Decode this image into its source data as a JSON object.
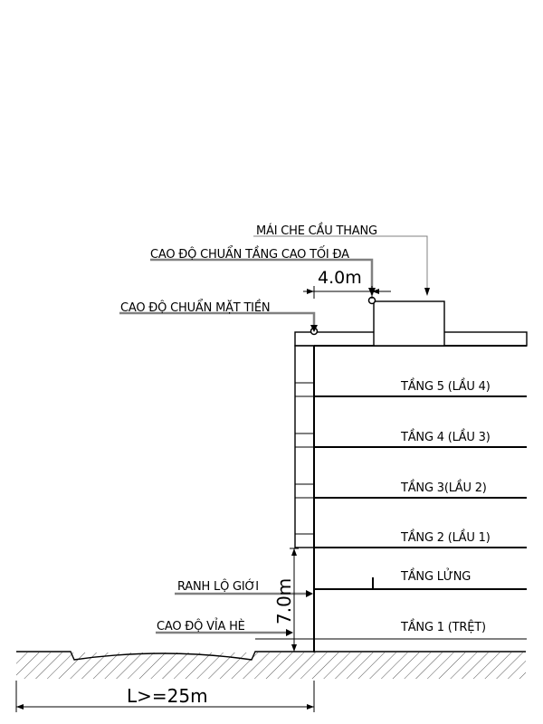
{
  "labels": {
    "stair_roof": "MÁI CHE CẦU THANG",
    "max_height_ref": "CAO ĐỘ CHUẨN TẦNG CAO TỐI ĐA",
    "facade_height_ref": "CAO ĐỘ CHUẨN MẶT TIỀN",
    "setback": "4.0m",
    "boundary": "RANH LỘ GIỚI",
    "sidewalk_level": "CAO ĐỘ VỈA HÈ",
    "height_dim": "7.0m",
    "street_width": "L>=25m"
  },
  "floors": [
    "TẦNG 5 (LẦU 4)",
    "TẦNG 4 (LẦU 3)",
    "TẦNG 3(LẦU 2)",
    "TẦNG 2 (LẦU 1)",
    "TẦNG LỬNG",
    "TẦNG 1 (TRỆT)"
  ],
  "colors": {
    "line": "#000000",
    "leader": "#808080",
    "hatch": "#555555"
  }
}
